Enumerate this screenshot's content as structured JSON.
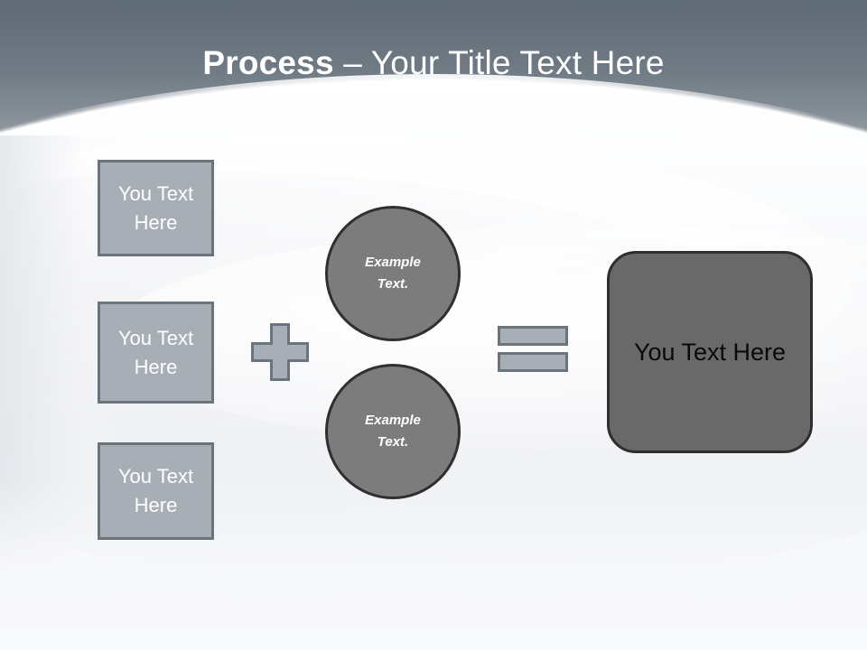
{
  "slide": {
    "title": {
      "strong": "Process",
      "rest": " – Your Title Text Here"
    },
    "colors": {
      "header_gradient_top": "#5e6a74",
      "header_gradient_bottom": "#9aa1a8",
      "body_background": "#f7f8fa",
      "input_box_fill": "#a7aeb6",
      "input_box_border": "#6b747c",
      "circle_fill": "#7c7c7c",
      "circle_border": "#2f2f2f",
      "result_fill": "#696969",
      "result_border": "#2f2f2f",
      "title_text": "#ffffff",
      "result_text": "#0a0a0a"
    },
    "input_boxes": [
      {
        "line1": "You Text",
        "line2": "Here"
      },
      {
        "line1": "You Text",
        "line2": "Here"
      },
      {
        "line1": "You Text",
        "line2": "Here"
      }
    ],
    "operator_plus": "+",
    "circles": [
      {
        "line1": "Example",
        "line2": "Text."
      },
      {
        "line1": "Example",
        "line2": "Text."
      }
    ],
    "operator_equals": "=",
    "result": {
      "label": "You Text Here"
    }
  }
}
